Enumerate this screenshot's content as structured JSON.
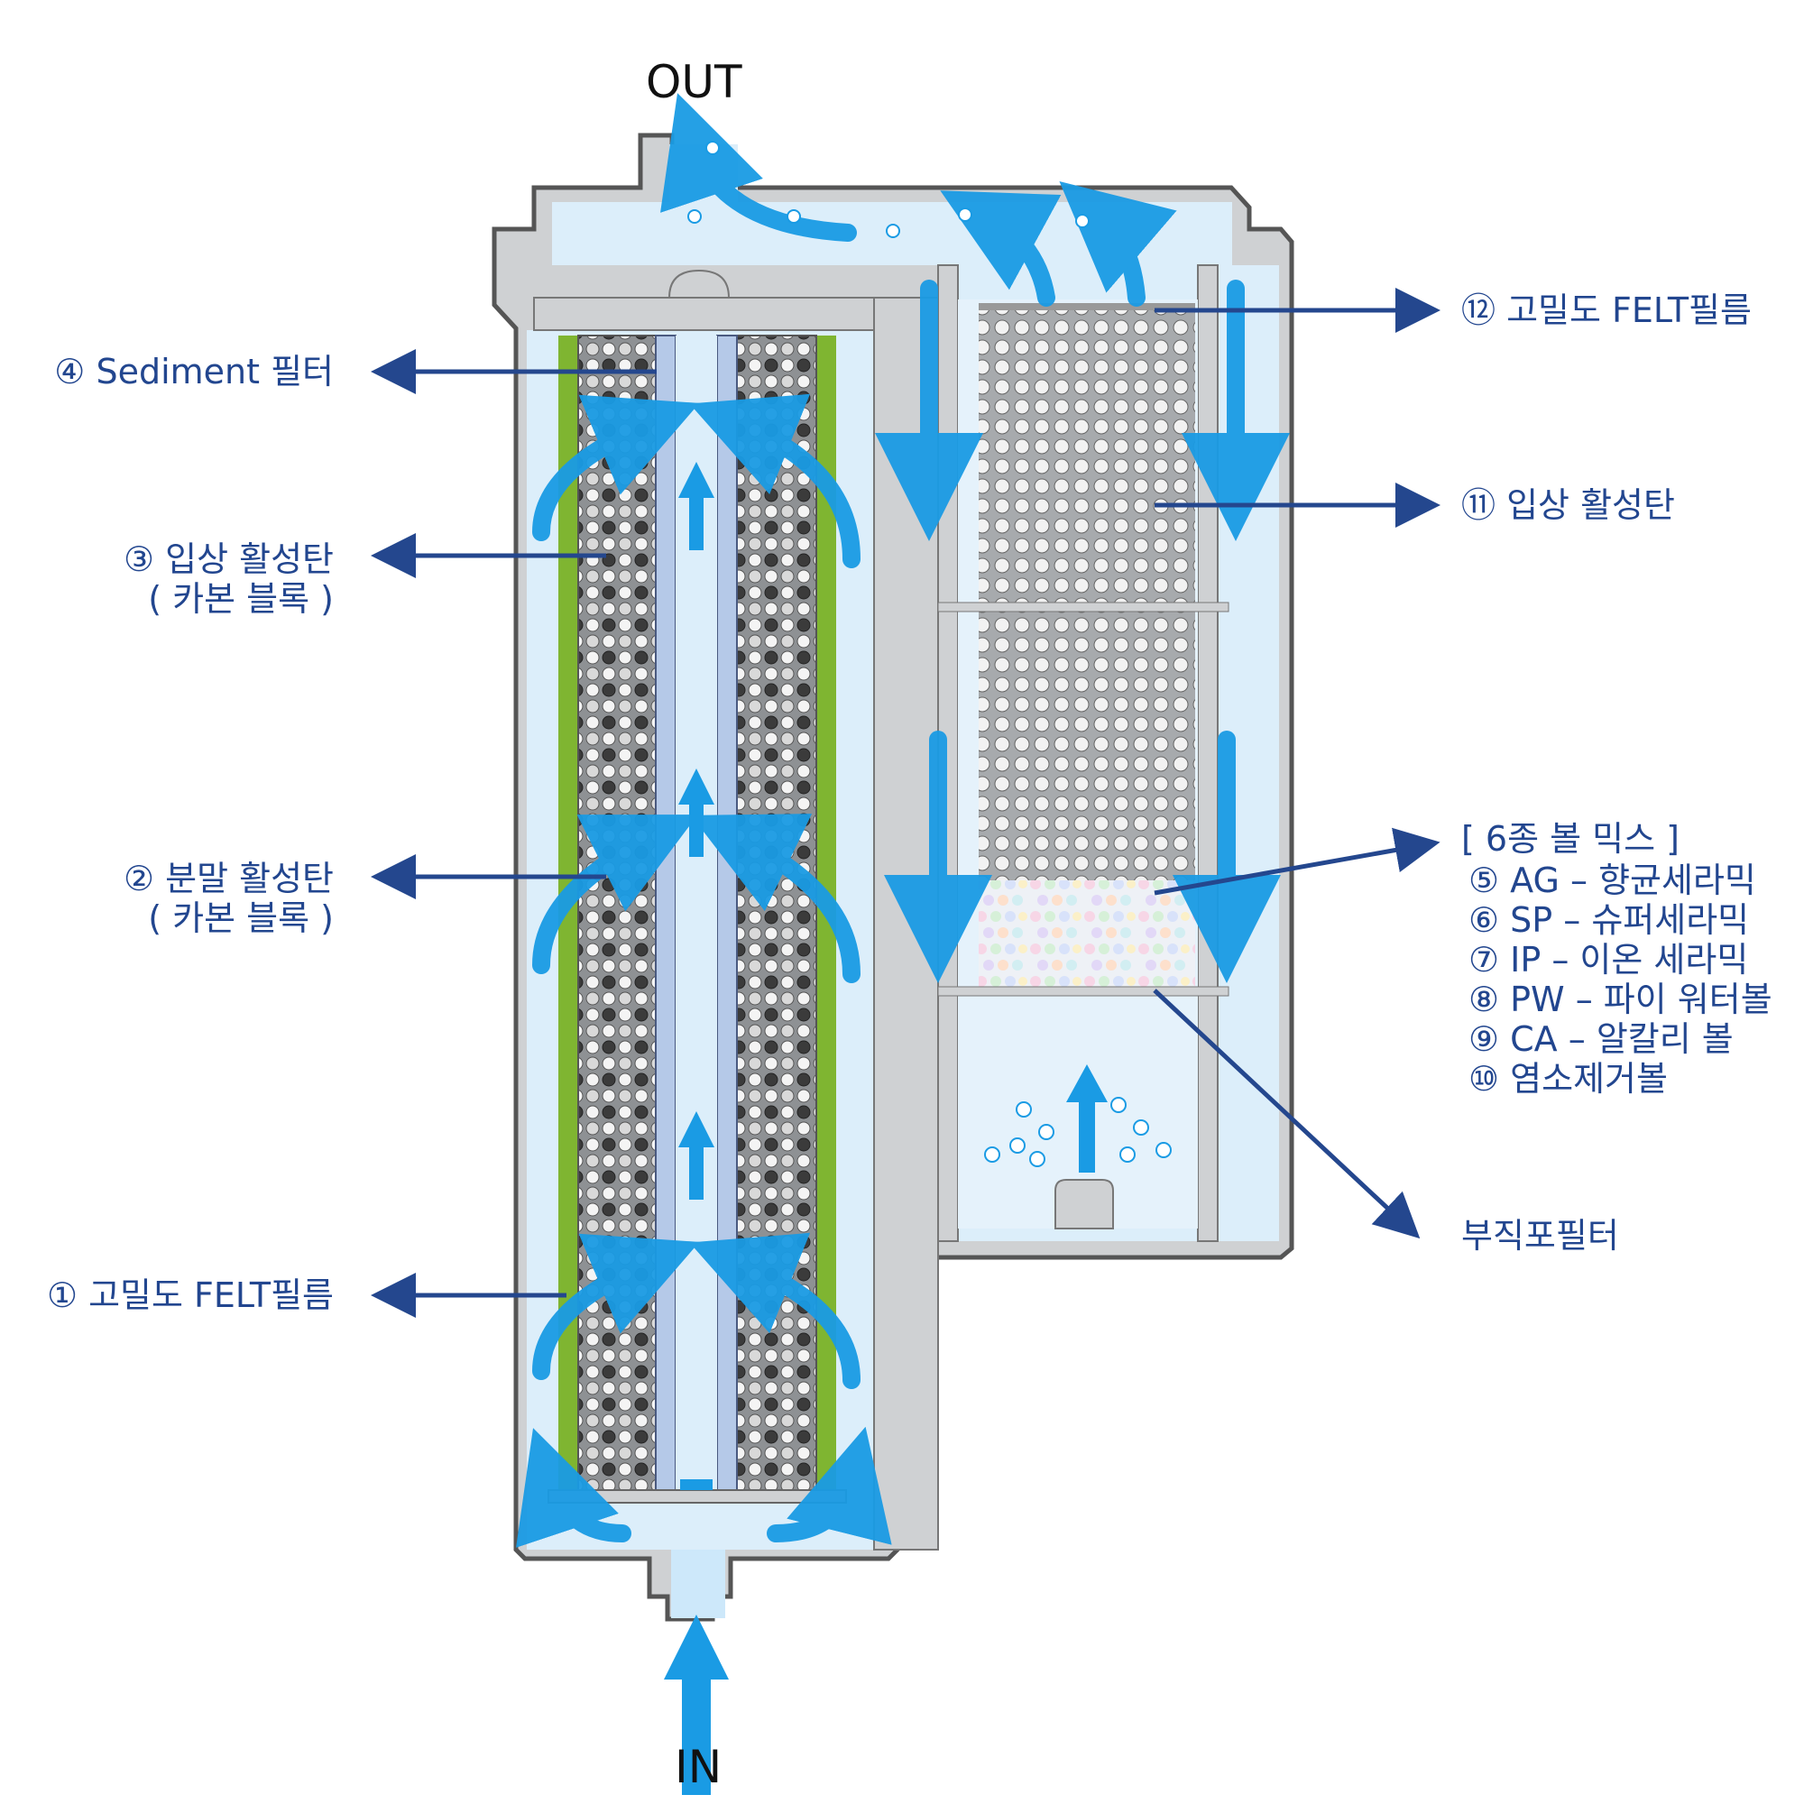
{
  "ports": {
    "out": "OUT",
    "in": "IN"
  },
  "labels_left": [
    {
      "id": "sediment",
      "text": "④ Sediment 필터",
      "sub": ""
    },
    {
      "id": "granular-carbon-block",
      "text": "③ 입상 활성탄",
      "sub": "( 카본 블록 )"
    },
    {
      "id": "powder-carbon-block",
      "text": "② 분말 활성탄",
      "sub": "( 카본 블록 )"
    },
    {
      "id": "felt-1",
      "text": "① 고밀도 FELT필름",
      "sub": ""
    }
  ],
  "labels_right": {
    "felt_12": "⑫ 고밀도 FELT필름",
    "granular_11": "⑪ 입상 활성탄",
    "mix_title": "[ 6종 볼 믹스 ]",
    "mix_items": [
      "⑤  AG – 향균세라믹",
      "⑥ SP – 슈퍼세라믹",
      "⑦ IP – 이온 세라믹",
      "⑧ PW – 파이 워터볼",
      "⑨ CA – 알칼리 볼",
      "⑩ 염소제거볼"
    ],
    "nonwoven": "부직포필터"
  },
  "colors": {
    "housing": "#cfd1d3",
    "housing_edge": "#555555",
    "water": "#dceefa",
    "flow_arrow": "#1a9be4",
    "leader": "#24478e",
    "felt_green": "#7fb531",
    "carbon": "#8e9194"
  }
}
